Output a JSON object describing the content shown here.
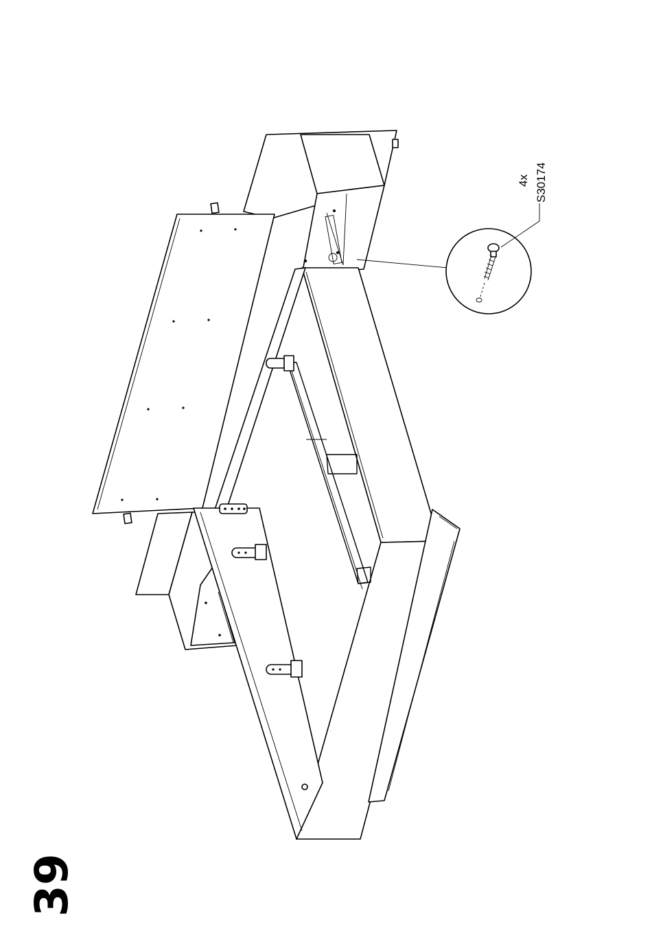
{
  "step": {
    "number": "39"
  },
  "callout": {
    "quantity": "4x",
    "part_code": "S30174",
    "icon": "screw-icon"
  }
}
